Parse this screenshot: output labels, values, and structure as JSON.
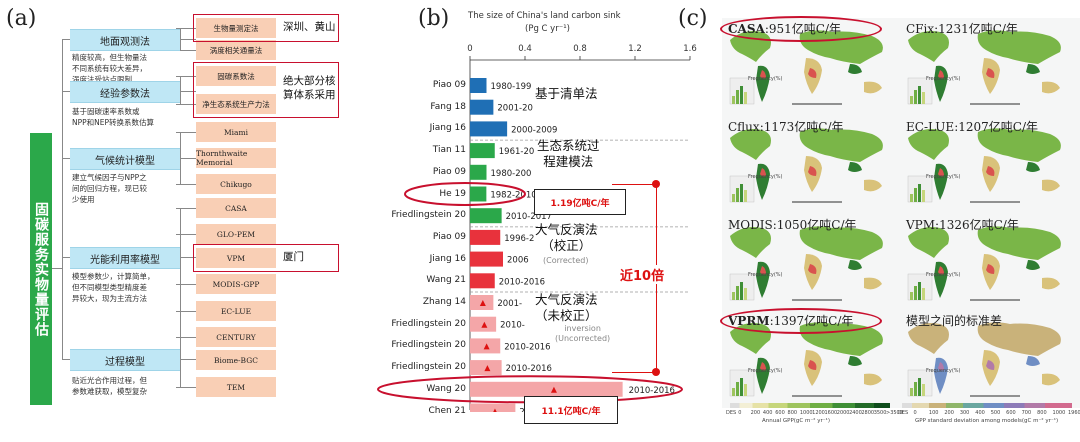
{
  "panel_a": {
    "letter": "(a)",
    "root": "固碳服务实物量评估",
    "categories": [
      {
        "label": "地面观测法",
        "desc_lines": [
          "精度较高，但生物量法",
          "不同系统有较大差异，",
          "涡度法受站点限制"
        ]
      },
      {
        "label": "经验参数法",
        "desc_lines": [
          "基于固碳速率系数或",
          "NPP和NEP转换系数估算"
        ]
      },
      {
        "label": "气候统计模型",
        "desc_lines": [
          "建立气候因子与NPP之",
          "间的回归方程，现已较",
          "少使用"
        ]
      },
      {
        "label": "光能利用率模型",
        "desc_lines": [
          "模型参数少，计算简单，",
          "但不同模型类型精度差",
          "异较大，现为主流方法"
        ]
      },
      {
        "label": "过程模型",
        "desc_lines": [
          "贴近光合作用过程，但",
          "参数难获取，模型复杂"
        ]
      }
    ],
    "methods": [
      "生物量测定法",
      "涡度相关通量法",
      "固碳系数法",
      "净生态系统生产力法",
      "Miami",
      "Thornthwaite Memorial",
      "Chikugo",
      "CASA",
      "GLO-PEM",
      "VPM",
      "MODIS-GPP",
      "EC-LUE",
      "CENTURY",
      "Biome-BGC",
      "TEM"
    ],
    "notes": {
      "n1": "深圳、黄山",
      "n2a": "绝大部分核",
      "n2b": "算体系采用",
      "n3": "厦门"
    }
  },
  "panel_b": {
    "letter": "(b)",
    "annotations": {
      "inventory": "基于清单法",
      "ecomodel_1": "生态系统过",
      "ecomodel_2": "程建模法",
      "corrected_1": "大气反演法",
      "corrected_2": "（校正）",
      "corrected_en": "(Corrected)",
      "uncorrected_1": "大气反演法",
      "uncorrected_2": "（未校正）",
      "uncorrected_en_1": "inversion",
      "uncorrected_en_2": "(Uncorrected)",
      "low_value": "1.19亿吨C/年",
      "high_value": "11.1亿吨C/年",
      "ratio": "近10倍"
    },
    "colors": {
      "inventory": "#1f6fb5",
      "ecosystem": "#2ba84a",
      "corrected": "#e8323c",
      "uncorrected": "#f4a6a8",
      "highlight": "#c8102e"
    }
  },
  "chart_data": {
    "type": "bar",
    "title": "The size of China's land carbon sink",
    "xlabel": "(Pg C yr⁻¹)",
    "xlim": [
      0,
      1.6
    ],
    "xticks": [
      "0",
      "0.4",
      "0.8",
      "1.2",
      "1.6"
    ],
    "categories": [
      "Piao 09",
      "Fang 18",
      "Jiang 16",
      "Tian 11",
      "Piao 09",
      "He 19",
      "Friedlingstein 20",
      "Piao 09",
      "Jiang 16",
      "Wang 21",
      "Zhang 14",
      "Friedlingstein 20",
      "Friedlingstein 20",
      "Friedlingstein 20",
      "Wang 20",
      "Chen 21"
    ],
    "periods": [
      "1980-199",
      "2001-20",
      "2000-2009",
      "1961-20",
      "1980-200",
      "1982-2010",
      "2010-2017",
      "1996-2",
      "2006",
      "2010-2016",
      "2001-",
      "2010-",
      "2010-2016",
      "2010-2016",
      "2010-2016",
      "2010-2013"
    ],
    "values": [
      0.12,
      0.17,
      0.27,
      0.18,
      0.12,
      0.119,
      0.23,
      0.22,
      0.24,
      0.18,
      0.17,
      0.19,
      0.22,
      0.23,
      1.11,
      0.33
    ],
    "groups": [
      "inventory",
      "inventory",
      "inventory",
      "ecosystem",
      "ecosystem",
      "ecosystem",
      "ecosystem",
      "corrected",
      "corrected",
      "corrected",
      "uncorrected",
      "uncorrected",
      "uncorrected",
      "uncorrected",
      "uncorrected",
      "uncorrected"
    ]
  },
  "panel_c": {
    "letter": "(c)",
    "maps": [
      {
        "name": "CASA",
        "value": ":951亿吨C/年",
        "bold": true
      },
      {
        "name": "CFix",
        "value": ":1231亿吨C/年",
        "bold": false
      },
      {
        "name": "Cflux",
        "value": ":1173亿吨C/年",
        "bold": false
      },
      {
        "name": "EC-LUE",
        "value": ":1207亿吨C/年",
        "bold": false
      },
      {
        "name": "MODIS",
        "value": ":1050亿吨C/年",
        "bold": false
      },
      {
        "name": "VPM",
        "value": ":1326亿吨C/年",
        "bold": false
      },
      {
        "name": "VPRM",
        "value": ":1397亿吨C/年",
        "bold": true
      },
      {
        "name": "模型之间的标准差",
        "value": "",
        "bold": false
      }
    ],
    "legend_gpp_ticks": [
      "DES",
      "0",
      "200",
      "400",
      "600",
      "800",
      "1000",
      "1200",
      "1600",
      "2000",
      "2400",
      "2800",
      "3500",
      ">3500"
    ],
    "legend_gpp_title": "Annual GPP(gC m⁻² yr⁻¹)",
    "legend_sd_ticks": [
      "DES",
      "0",
      "100",
      "200",
      "300",
      "400",
      "500",
      "600",
      "700",
      "800",
      "1000",
      "1960"
    ],
    "legend_sd_title": "GPP standard deviation among models(gC m⁻² yr⁻¹)",
    "freq_label": "Frequency(%)"
  }
}
